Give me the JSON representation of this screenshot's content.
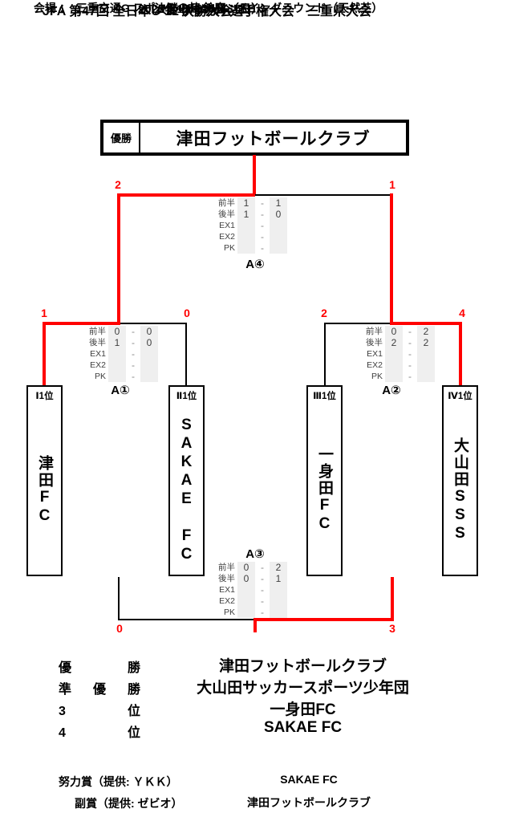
{
  "colors": {
    "path-red": "#ff0000",
    "line-black": "#000000",
    "score-band": "#efefef",
    "score-text": "#3f3f3f"
  },
  "header": {
    "title_line1": "JFA 第47回 全日本U-12サッカー選手権大会　三重県大会",
    "title_line2": "決勝大会",
    "date": "2023年11月26日（日）",
    "venue": "会場 ：　三重交通G スポーツの杜 鈴鹿　メイングラウンド（天然芝）",
    "bracket_title": "決勝トーナメント"
  },
  "champion": {
    "label": "優勝",
    "name": "津田フットボールクラブ"
  },
  "teams": [
    {
      "seed": "Ⅰ1位",
      "name": "津田FC"
    },
    {
      "seed": "Ⅱ1位",
      "name": "SAKAE FC"
    },
    {
      "seed": "Ⅲ1位",
      "name": "一身田FC"
    },
    {
      "seed": "Ⅳ1位",
      "name": "大山田SSS"
    }
  ],
  "matches": {
    "a1": {
      "label": "A①",
      "left_score": "1",
      "right_score": "0",
      "rows": [
        {
          "label": "前半",
          "home": "0",
          "sep": "-",
          "away": "0"
        },
        {
          "label": "後半",
          "home": "1",
          "sep": "-",
          "away": "0"
        },
        {
          "label": "EX1",
          "home": "",
          "sep": "-",
          "away": ""
        },
        {
          "label": "EX2",
          "home": "",
          "sep": "-",
          "away": ""
        },
        {
          "label": "PK",
          "home": "",
          "sep": "-",
          "away": ""
        }
      ]
    },
    "a2": {
      "label": "A②",
      "left_score": "2",
      "right_score": "4",
      "rows": [
        {
          "label": "前半",
          "home": "0",
          "sep": "-",
          "away": "2"
        },
        {
          "label": "後半",
          "home": "2",
          "sep": "-",
          "away": "2"
        },
        {
          "label": "EX1",
          "home": "",
          "sep": "-",
          "away": ""
        },
        {
          "label": "EX2",
          "home": "",
          "sep": "-",
          "away": ""
        },
        {
          "label": "PK",
          "home": "",
          "sep": "-",
          "away": ""
        }
      ]
    },
    "a3": {
      "label": "A③",
      "left_score": "0",
      "right_score": "3",
      "rows": [
        {
          "label": "前半",
          "home": "0",
          "sep": "-",
          "away": "2"
        },
        {
          "label": "後半",
          "home": "0",
          "sep": "-",
          "away": "1"
        },
        {
          "label": "EX1",
          "home": "",
          "sep": "-",
          "away": ""
        },
        {
          "label": "EX2",
          "home": "",
          "sep": "-",
          "away": ""
        },
        {
          "label": "PK",
          "home": "",
          "sep": "-",
          "away": ""
        }
      ]
    },
    "a4": {
      "label": "A④",
      "left_score": "2",
      "right_score": "1",
      "rows": [
        {
          "label": "前半",
          "home": "1",
          "sep": "-",
          "away": "1"
        },
        {
          "label": "後半",
          "home": "1",
          "sep": "-",
          "away": "0"
        },
        {
          "label": "EX1",
          "home": "",
          "sep": "-",
          "away": ""
        },
        {
          "label": "EX2",
          "home": "",
          "sep": "-",
          "away": ""
        },
        {
          "label": "PK",
          "home": "",
          "sep": "-",
          "away": ""
        }
      ]
    }
  },
  "standings": [
    {
      "rank": "優　勝",
      "team": "津田フットボールクラブ"
    },
    {
      "rank": "準優勝",
      "team": "大山田サッカースポーツ少年団"
    },
    {
      "rank": "3　位",
      "team": "一身田FC"
    },
    {
      "rank": "4　位",
      "team": "SAKAE FC"
    }
  ],
  "awards": [
    {
      "label": "努力賞（提供: ＹＫＫ）",
      "team": "SAKAE FC"
    },
    {
      "label": "副賞（提供: ゼビオ）",
      "team": "津田フットボールクラブ"
    }
  ]
}
